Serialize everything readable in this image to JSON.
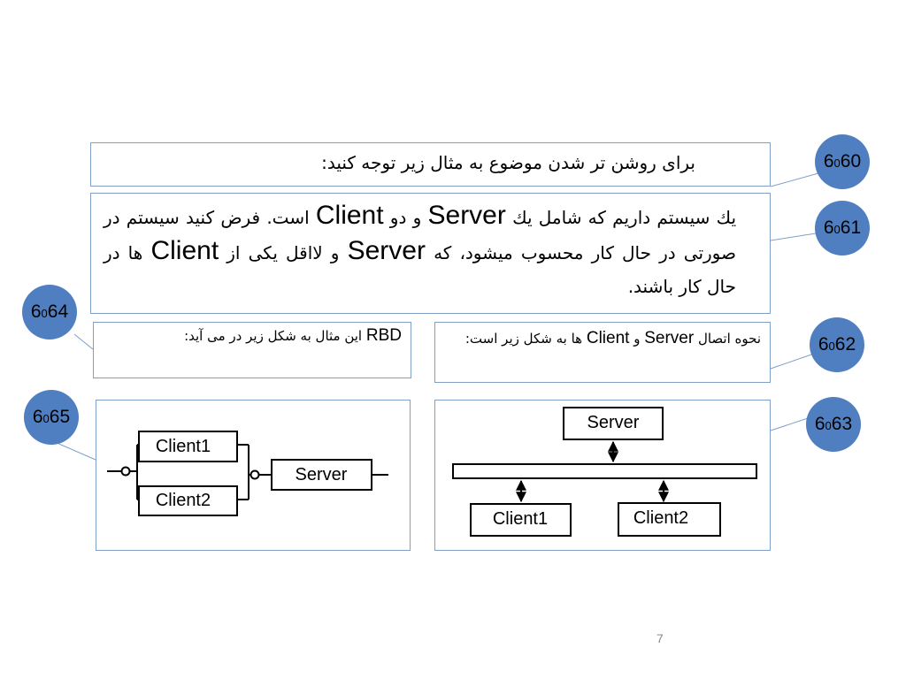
{
  "box_6060": {
    "text": "برای روشن تر شدن موضوع به مثال زیر توجه کنید:"
  },
  "box_6061": {
    "part1": "يك سيستم داريم كه شامل يك ",
    "server": "Server",
    "part2": " و دو ",
    "client": "Client",
    "part3": " است. فرض كنيد سيستم در صورتی در حال كار محسوب ميشود، كه ",
    "server2": "Server",
    "part4": " و لااقل يكی از ",
    "client2": "Client",
    "part5": " ها در حال كار باشند."
  },
  "box_6062": {
    "part1": "نحوه اتصال ",
    "server": "Server",
    "part2": " و ",
    "client": "Client",
    "part3": " ها به شکل زير است:"
  },
  "box_6064": {
    "rbd": "RBD",
    "part1": " اين مثال به شکل زير در می آيد:"
  },
  "diagram_topology": {
    "server": "Server",
    "client1": "Client1",
    "client2": "Client2"
  },
  "diagram_rbd": {
    "client1": "Client1",
    "client2": "Client2",
    "server": "Server"
  },
  "badges": {
    "b6060": {
      "pre": "6",
      "mid": "0",
      "post": "60"
    },
    "b6061": {
      "pre": "6",
      "mid": "0",
      "post": "61"
    },
    "b6062": {
      "pre": "6",
      "mid": "0",
      "post": "62"
    },
    "b6063": {
      "pre": "6",
      "mid": "0",
      "post": "63"
    },
    "b6064": {
      "pre": "6",
      "mid": "0",
      "post": "64"
    },
    "b6065": {
      "pre": "6",
      "mid": "0",
      "post": "65"
    }
  },
  "page_number": "7",
  "colors": {
    "border": "#7f9fc7",
    "badge": "#4f7fc0"
  }
}
